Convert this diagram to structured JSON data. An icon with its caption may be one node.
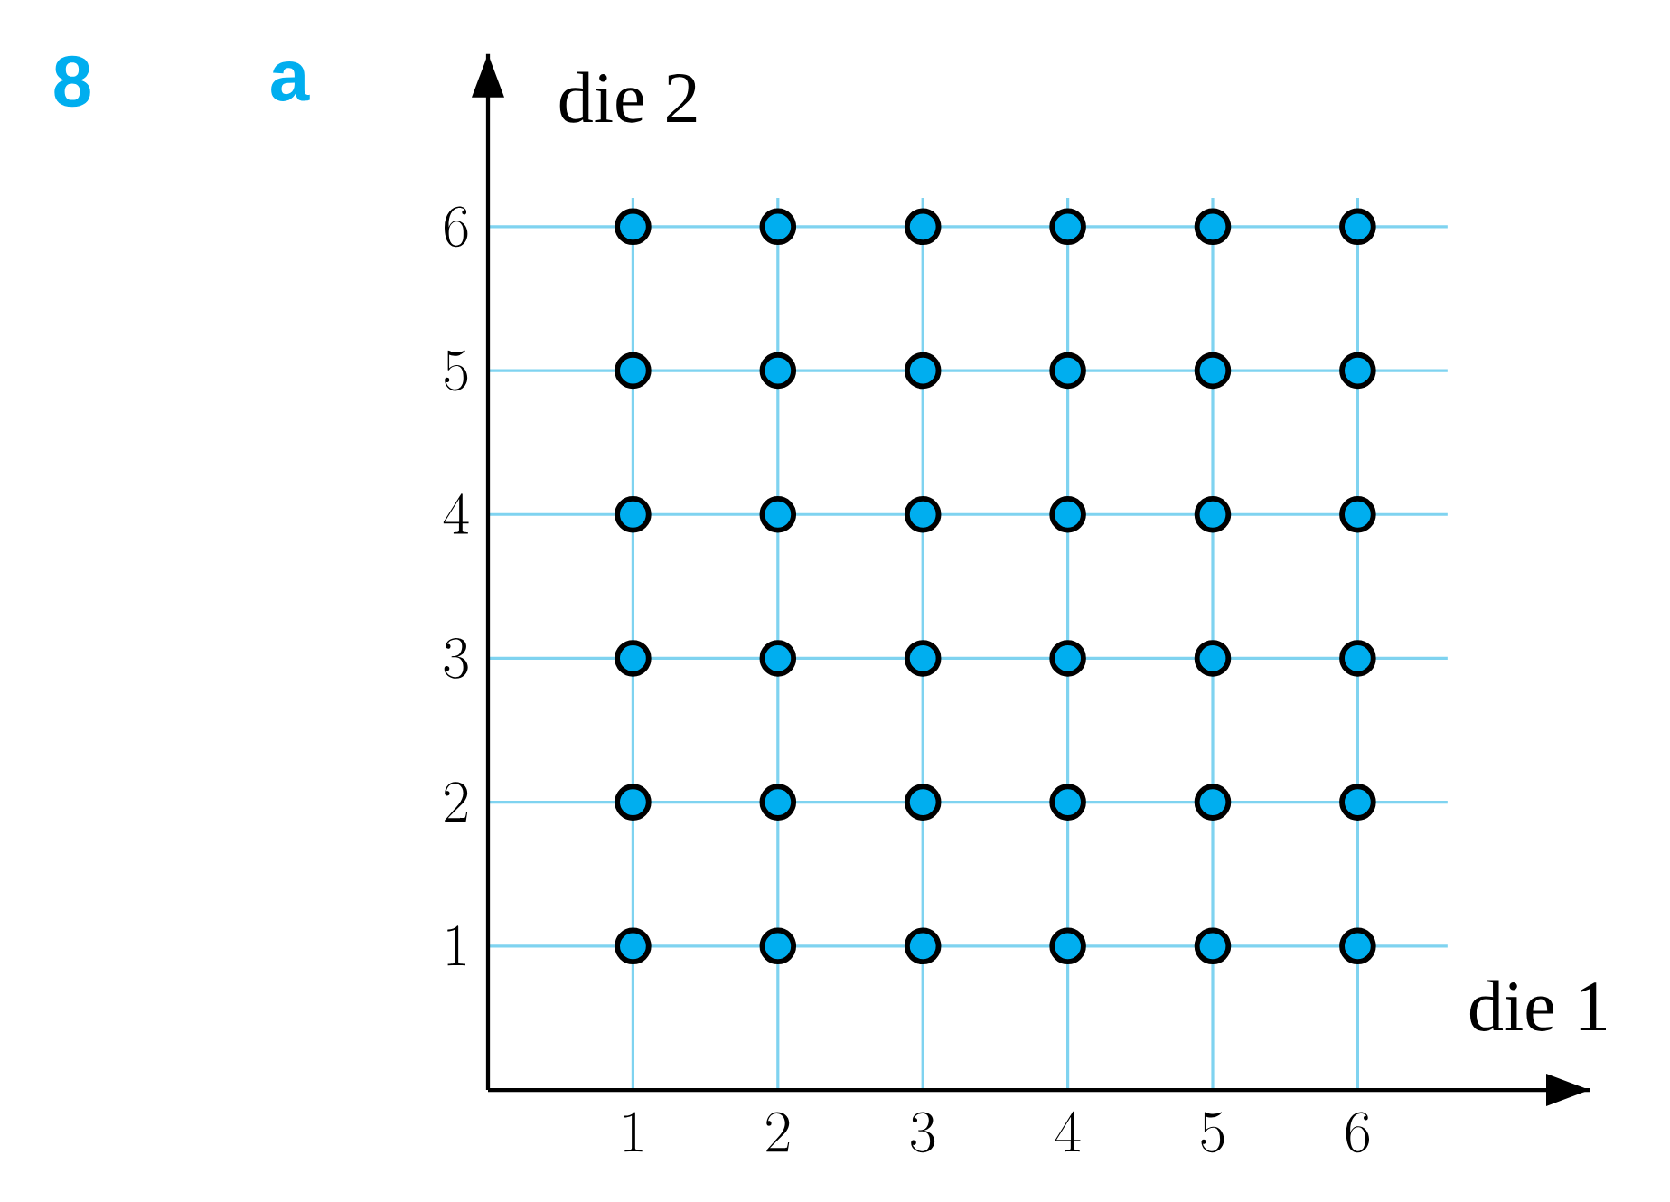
{
  "diagram": {
    "labels": [
      "8",
      "a"
    ],
    "chart_data": {
      "type": "scatter",
      "xlabel": "die 1",
      "ylabel": "die 2",
      "x": [
        1,
        2,
        3,
        4,
        5,
        6,
        1,
        2,
        3,
        4,
        5,
        6,
        1,
        2,
        3,
        4,
        5,
        6,
        1,
        2,
        3,
        4,
        5,
        6,
        1,
        2,
        3,
        4,
        5,
        6,
        1,
        2,
        3,
        4,
        5,
        6
      ],
      "series": [
        {
          "color": "#00aeef",
          "values": [
            1,
            1,
            1,
            1,
            1,
            1,
            2,
            2,
            2,
            2,
            2,
            2,
            3,
            3,
            3,
            3,
            3,
            3,
            4,
            4,
            4,
            4,
            4,
            4,
            5,
            5,
            5,
            5,
            5,
            5,
            6,
            6,
            6,
            6,
            6,
            6
          ]
        }
      ],
      "xlim": [
        0,
        7.6
      ],
      "ylim": [
        0,
        7.2
      ],
      "grid": true,
      "xticks": [
        1,
        2,
        3,
        4,
        5,
        6
      ],
      "yticks": [
        1,
        2,
        3,
        4,
        5,
        6
      ]
    }
  }
}
